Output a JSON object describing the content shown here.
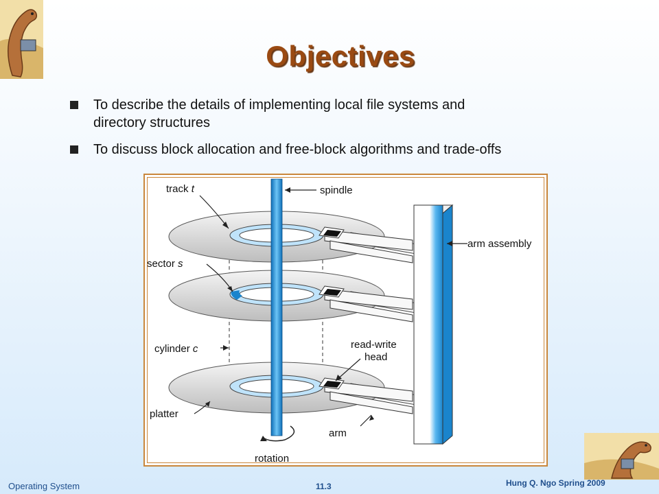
{
  "title": "Objectives",
  "bullets": [
    {
      "line1": "To describe the details of implementing local file systems and",
      "line2": "directory structures"
    },
    {
      "line1": "To discuss block allocation and free-block algorithms and trade-offs"
    }
  ],
  "diagram": {
    "track": "track ",
    "track_var": "t",
    "spindle": "spindle",
    "arm_assembly": "arm assembly",
    "sector": "sector ",
    "sector_var": "s",
    "cylinder": "cylinder ",
    "cylinder_var": "c",
    "read_write_1": "read-write",
    "read_write_2": "head",
    "platter": "platter",
    "arm": "arm",
    "rotation": "rotation"
  },
  "footer": {
    "left": "Operating System",
    "center": "11.3",
    "right": "Hung Q. Ngo Spring 2009"
  },
  "colors": {
    "title": "#9a4a12",
    "footer_text": "#1f4e8c",
    "frame": "#c9863a",
    "spindle": "#2e9be0"
  }
}
